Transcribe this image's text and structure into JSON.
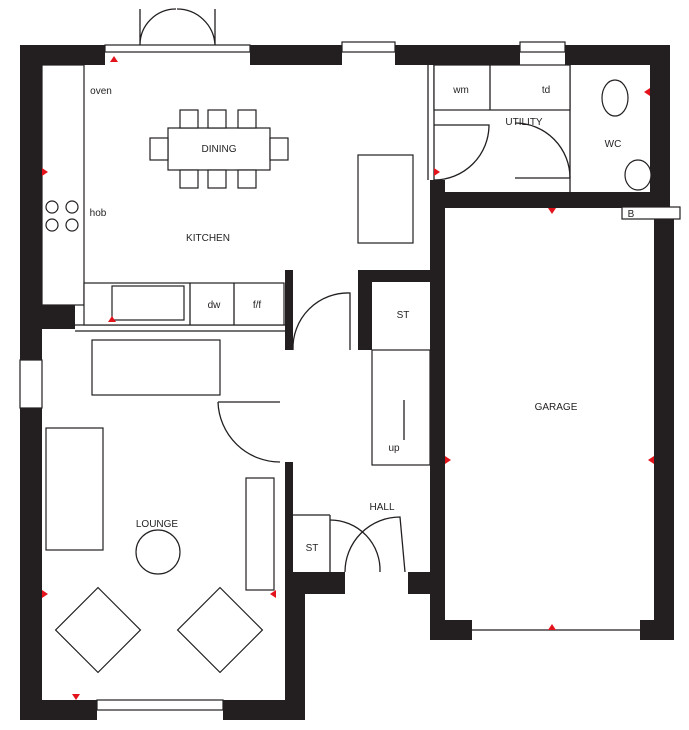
{
  "rooms": {
    "oven": "oven",
    "dining": "DINING",
    "hob": "hob",
    "kitchen": "KITCHEN",
    "dw": "dw",
    "ff": "f/f",
    "wm": "wm",
    "td": "td",
    "utility": "UTILITY",
    "wc": "WC",
    "st_upper": "ST",
    "garage": "GARAGE",
    "up": "up",
    "hall": "HALL",
    "st_lower": "ST",
    "lounge": "LOUNGE",
    "boiler": "B"
  },
  "colors": {
    "wall": "#231f20",
    "marker": "#e3121b"
  }
}
